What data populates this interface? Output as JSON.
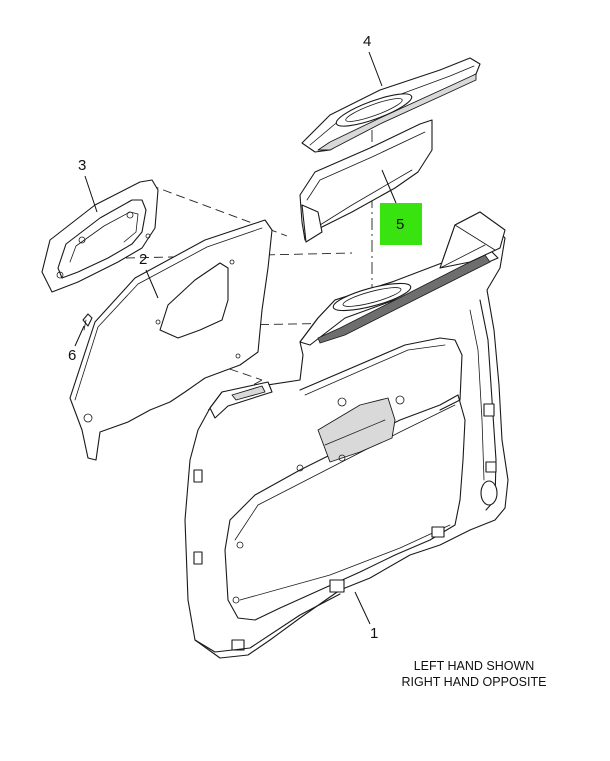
{
  "callouts": [
    {
      "id": "1",
      "label": "1"
    },
    {
      "id": "2",
      "label": "2"
    },
    {
      "id": "3",
      "label": "3"
    },
    {
      "id": "4",
      "label": "4"
    },
    {
      "id": "5",
      "label": "5",
      "highlighted": true
    },
    {
      "id": "6",
      "label": "6"
    }
  ],
  "note": {
    "line1": "LEFT HAND SHOWN",
    "line2": "RIGHT HAND OPPOSITE"
  },
  "colors": {
    "highlight": "#39e30f",
    "line": "#1a1a1a",
    "background": "#ffffff"
  }
}
